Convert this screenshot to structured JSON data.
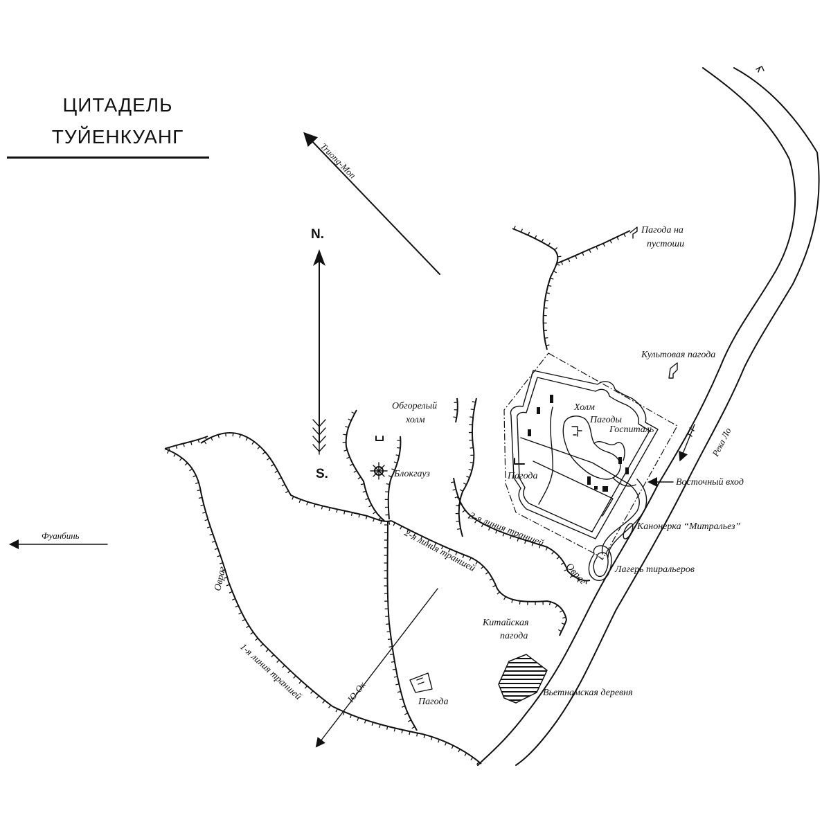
{
  "title": {
    "line1": "ЦИТАДЕЛЬ",
    "line2": "ТУЙЕНКУАНГ"
  },
  "compass": {
    "north": "N.",
    "south": "S."
  },
  "roads": {
    "truong_mon": "Truong-Mon",
    "fuanbin": "Фуанбинь",
    "yu_ok": "Ю-Ок"
  },
  "river": {
    "name": "Река Ло"
  },
  "labels": {
    "pagoda_wasteland_1": "Пагода на",
    "pagoda_wasteland_2": "пустоши",
    "cult_pagoda": "Культовая пагода",
    "hill_pagoda_1": "Холм",
    "hill_pagoda_2": "Пагоды",
    "hospital": "Госпиталь",
    "east_entrance": "Восточный вход",
    "gunboat": "Канонерка “Митральез”",
    "tirailleur_camp": "Лагерь тиральеров",
    "burnt_hill_1": "Обгорелый",
    "burnt_hill_2": "холм",
    "blockhouse": "Блокгауз",
    "pagoda_citadel": "Пагода",
    "trench_3": "3-я линия траншей",
    "trench_2": "2-я линия траншей",
    "trench_1": "1-я линия траншей",
    "ravine_east": "Овраг",
    "ravine_west": "Овраг",
    "chinese_pagoda_1": "Китайская",
    "chinese_pagoda_2": "пагода",
    "vietnamese_village": "Вьетнамская деревня",
    "pagoda_south": "Пагода"
  },
  "colors": {
    "ink": "#111111",
    "paper": "#ffffff"
  }
}
